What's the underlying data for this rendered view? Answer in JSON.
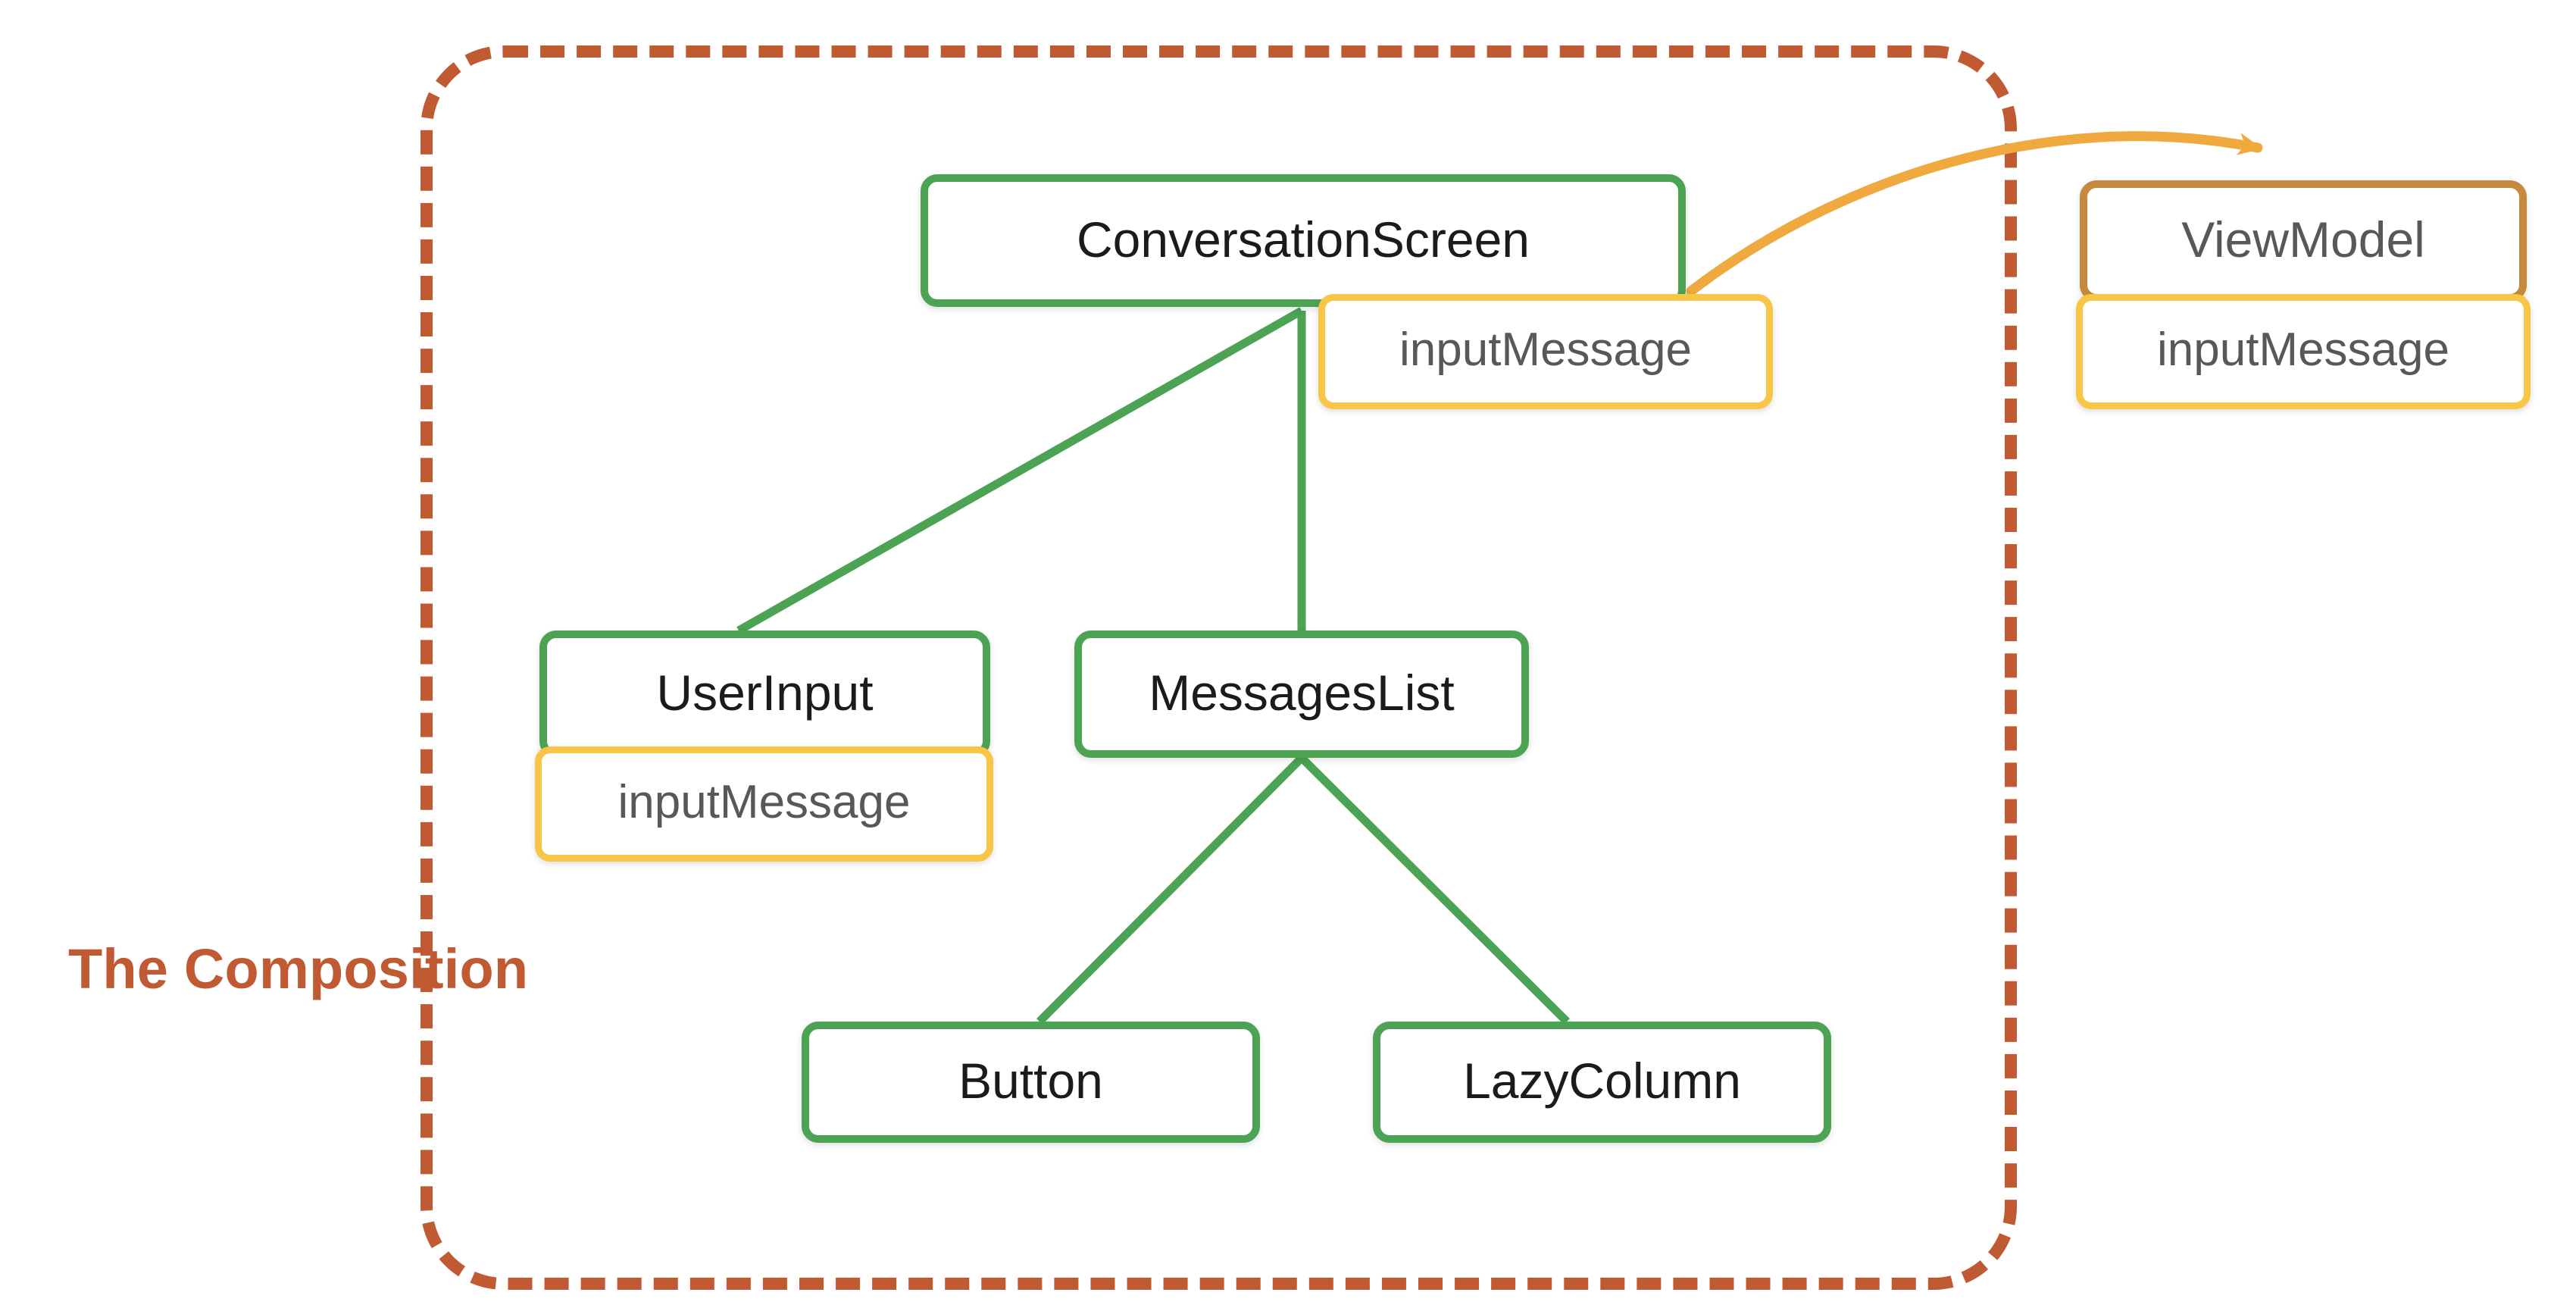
{
  "diagram": {
    "title_label": "The Composition",
    "colors": {
      "composable_border": "#4CA354",
      "viewmodel_border": "#C6893F",
      "state_border": "#F7C646",
      "boundary_dash": "#C05A33",
      "composition_label": "#C05A33",
      "composable_arrow": "#4CA354",
      "viewmodel_arrow": "#F0A93F",
      "node_text_dark": "#1b1b1b",
      "node_text_gray": "#58585a",
      "canvas_background": "#ffffff"
    },
    "nodes": [
      {
        "id": "conversation-screen",
        "label": "ConversationScreen",
        "kind": "composable"
      },
      {
        "id": "user-input",
        "label": "UserInput",
        "kind": "composable"
      },
      {
        "id": "messages-list",
        "label": "MessagesList",
        "kind": "composable"
      },
      {
        "id": "button",
        "label": "Button",
        "kind": "composable"
      },
      {
        "id": "lazy-column",
        "label": "LazyColumn",
        "kind": "composable"
      },
      {
        "id": "view-model",
        "label": "ViewModel",
        "kind": "viewmodel"
      }
    ],
    "state_chips": [
      {
        "id": "state-conversation-screen",
        "label": "inputMessage",
        "owner": "ConversationScreen"
      },
      {
        "id": "state-user-input",
        "label": "inputMessage",
        "owner": "UserInput"
      },
      {
        "id": "state-view-model",
        "label": "inputMessage",
        "owner": "ViewModel"
      }
    ],
    "edges": [
      {
        "from": "ConversationScreen",
        "to": "UserInput",
        "style": "solid",
        "color": "composable_arrow"
      },
      {
        "from": "ConversationScreen",
        "to": "MessagesList",
        "style": "solid",
        "color": "composable_arrow"
      },
      {
        "from": "MessagesList",
        "to": "Button",
        "style": "solid",
        "color": "composable_arrow"
      },
      {
        "from": "MessagesList",
        "to": "LazyColumn",
        "style": "solid",
        "color": "composable_arrow"
      },
      {
        "from": "ConversationScreen",
        "to": "ViewModel",
        "style": "curved",
        "color": "viewmodel_arrow"
      }
    ]
  }
}
